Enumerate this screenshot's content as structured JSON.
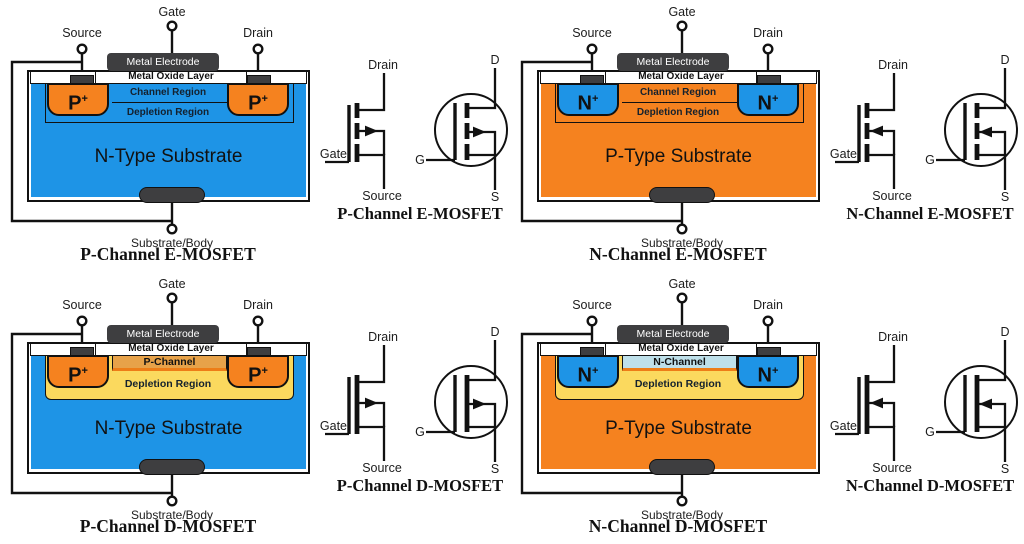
{
  "palette": {
    "blue": "#1E94E6",
    "orange": "#F5821F",
    "yellow": "#FBD95E",
    "tan": "#E7A249",
    "light_blue": "#BEE0EA",
    "electrode_dark": "#3E3E40",
    "line": "#111111",
    "background": "#FFFFFF"
  },
  "mosfets": [
    {
      "id": "p-channel-e-mosfet",
      "title": "P-Channel E-MOSFET",
      "symbol_caption": "P-Channel E-MOSFET",
      "terminals": {
        "source": "Source",
        "gate": "Gate",
        "drain": "Drain",
        "body": "Substrate/Body"
      },
      "layers": {
        "electrode": "Metal Electrode",
        "oxide": "Metal Oxide Layer",
        "channel": "Channel Region",
        "depletion": "Depletion Region"
      },
      "well": {
        "base": "P",
        "sup": "+"
      },
      "substrate_label": "N-Type Substrate",
      "colors": {
        "substrate": "#1E94E6",
        "well": "#F5821F"
      },
      "symbol": {
        "drain": "Drain",
        "gate": "Gate",
        "source": "Source",
        "d": "D",
        "g": "G",
        "s": "S",
        "channel_style": "dashed",
        "arrow_direction": "out"
      }
    },
    {
      "id": "n-channel-e-mosfet",
      "title": "N-Channel E-MOSFET",
      "symbol_caption": "N-Channel E-MOSFET",
      "terminals": {
        "source": "Source",
        "gate": "Gate",
        "drain": "Drain",
        "body": "Substrate/Body"
      },
      "layers": {
        "electrode": "Metal Electrode",
        "oxide": "Metal Oxide Layer",
        "channel": "Channel Region",
        "depletion": "Depletion Region"
      },
      "well": {
        "base": "N",
        "sup": "+"
      },
      "substrate_label": "P-Type Substrate",
      "colors": {
        "substrate": "#F5821F",
        "well": "#1E94E6"
      },
      "symbol": {
        "drain": "Drain",
        "gate": "Gate",
        "source": "Source",
        "d": "D",
        "g": "G",
        "s": "S",
        "channel_style": "dashed",
        "arrow_direction": "in"
      }
    },
    {
      "id": "p-channel-d-mosfet",
      "title": "P-Channel D-MOSFET",
      "symbol_caption": "P-Channel D-MOSFET",
      "terminals": {
        "source": "Source",
        "gate": "Gate",
        "drain": "Drain",
        "body": "Substrate/Body"
      },
      "layers": {
        "electrode": "Metal Electrode",
        "oxide": "Metal Oxide Layer",
        "channel": "P-Channel",
        "depletion": "Depletion Region"
      },
      "well": {
        "base": "P",
        "sup": "+"
      },
      "substrate_label": "N-Type Substrate",
      "colors": {
        "substrate": "#1E94E6",
        "well": "#F5821F",
        "channel_strip": "#E7A249",
        "depletion_fill": "#FBD95E"
      },
      "symbol": {
        "drain": "Drain",
        "gate": "Gate",
        "source": "Source",
        "d": "D",
        "g": "G",
        "s": "S",
        "channel_style": "solid",
        "arrow_direction": "out"
      }
    },
    {
      "id": "n-channel-d-mosfet",
      "title": "N-Channel D-MOSFET",
      "symbol_caption": "N-Channel D-MOSFET",
      "terminals": {
        "source": "Source",
        "gate": "Gate",
        "drain": "Drain",
        "body": "Substrate/Body"
      },
      "layers": {
        "electrode": "Metal Electrode",
        "oxide": "Metal Oxide Layer",
        "channel": "N-Channel",
        "depletion": "Depletion Region"
      },
      "well": {
        "base": "N",
        "sup": "+"
      },
      "substrate_label": "P-Type Substrate",
      "colors": {
        "substrate": "#F5821F",
        "well": "#1E94E6",
        "channel_strip": "#BEE0EA",
        "depletion_fill": "#FBD95E"
      },
      "symbol": {
        "drain": "Drain",
        "gate": "Gate",
        "source": "Source",
        "d": "D",
        "g": "G",
        "s": "S",
        "channel_style": "solid",
        "arrow_direction": "in"
      }
    }
  ]
}
